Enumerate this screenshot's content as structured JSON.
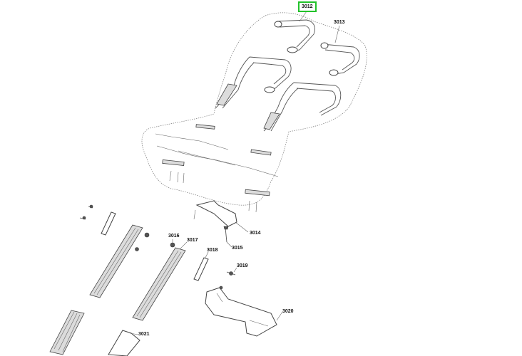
{
  "colors": {
    "selected_outline": "#22c22a",
    "line": "#555555",
    "background": "#ffffff"
  },
  "callouts": {
    "c3012": "3012",
    "c3013": "3013",
    "c3014": "3014",
    "c3015": "3015",
    "c3016": "3016",
    "c3017": "3017",
    "c3018": "3018",
    "c3019": "3019",
    "c3020": "3020",
    "c3021": "3021"
  }
}
